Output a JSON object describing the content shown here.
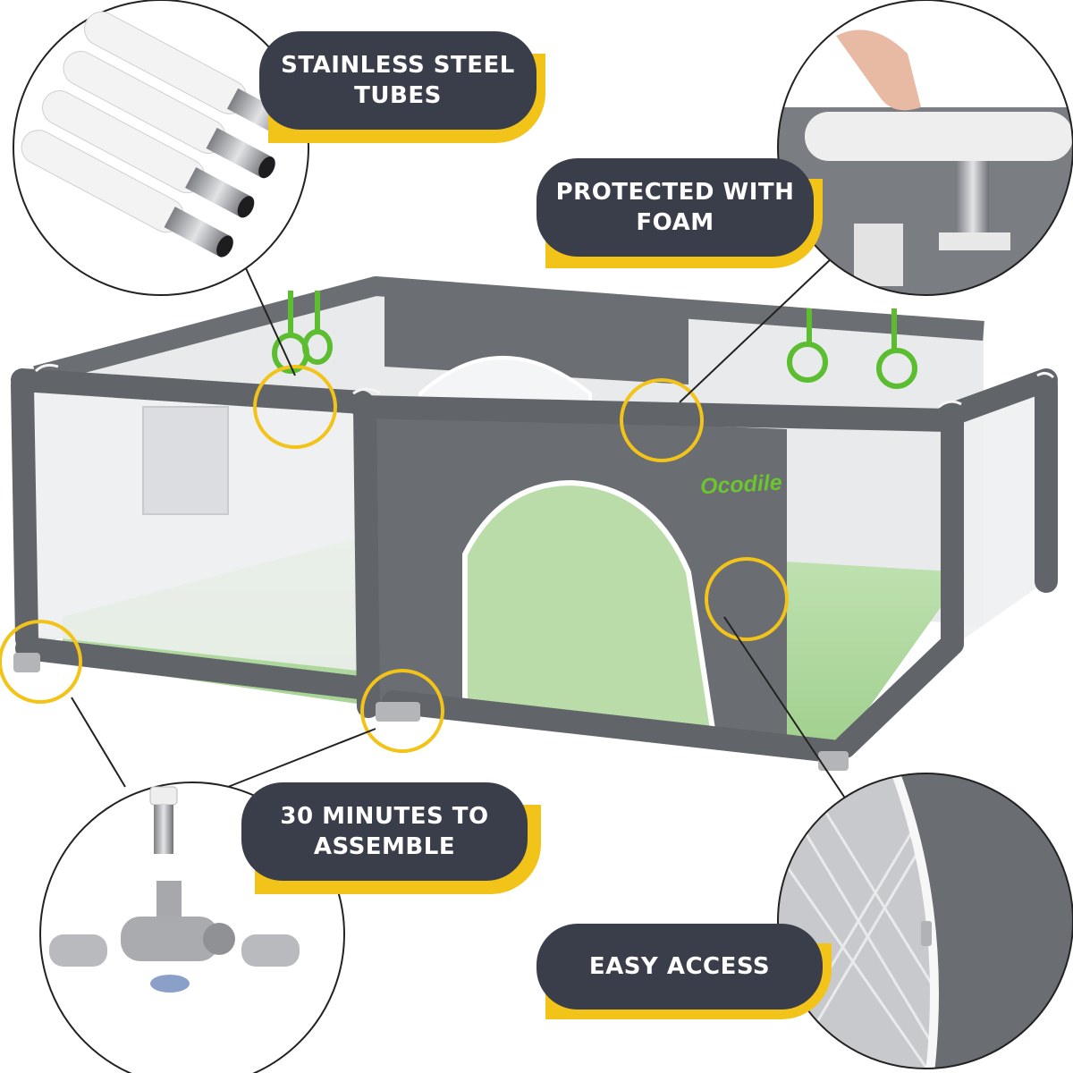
{
  "brand": {
    "logo_text": "Ocodile"
  },
  "callouts": {
    "tubes": "STAINLESS STEEL\nTUBES",
    "foam": "PROTECTED WITH\nFOAM",
    "assemble": "30 MINUTES TO\nASSEMBLE",
    "access": "EASY ACCESS"
  },
  "colors": {
    "pill": "#3a3d4a",
    "accent": "#f2c318",
    "frame": "#6b6e73",
    "mat": "#a9d69a",
    "highlight_ring": "#f2c318"
  }
}
